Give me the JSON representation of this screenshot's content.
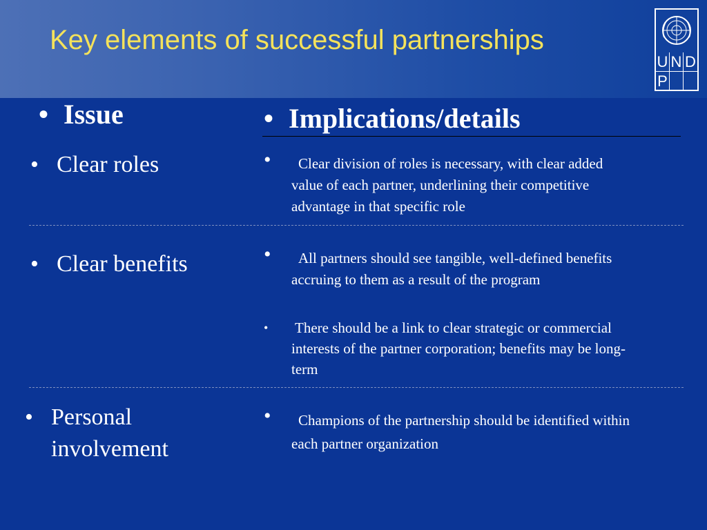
{
  "slide": {
    "title": "Key elements of successful partnerships",
    "logo": {
      "letters": [
        "U",
        "N",
        "D",
        "P"
      ]
    },
    "bullet": "•",
    "headers": {
      "issue": "Issue",
      "details": "Implications/details"
    },
    "rows": [
      {
        "issue": "Clear roles",
        "details": [
          "Clear division of roles is necessary, with clear added value of each partner, underlining their competitive advantage in that specific role"
        ]
      },
      {
        "issue": "Clear benefits",
        "details": [
          "All partners should see tangible, well-defined benefits accruing to them as a result of the program",
          "There should be a link to clear strategic or commercial interests of the partner corporation; benefits may be long-term"
        ]
      },
      {
        "issue_lines": [
          "Personal",
          "involvement"
        ],
        "details": [
          "Champions of the partnership should be identified within each partner organization"
        ]
      }
    ]
  },
  "colors": {
    "background": "#0b3596",
    "title": "#f4e25b",
    "text": "#ffffff"
  }
}
